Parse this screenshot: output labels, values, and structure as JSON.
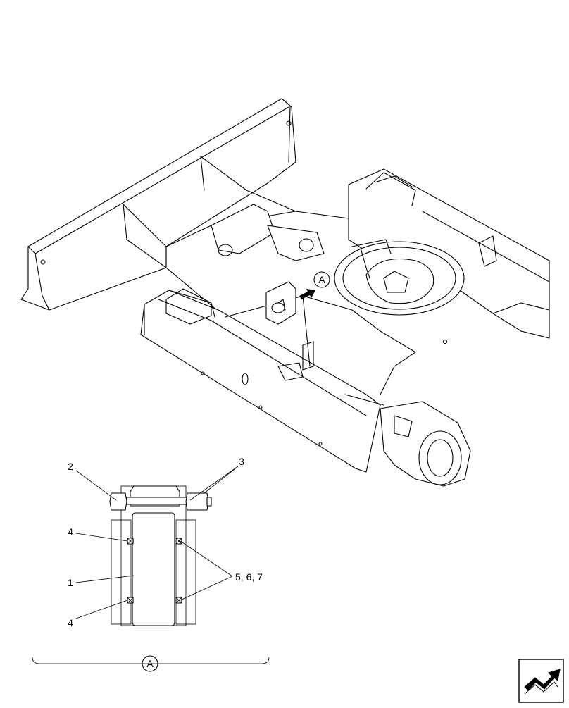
{
  "diagram": {
    "view_marker": "A",
    "callouts": {
      "c1": "1",
      "c2": "2",
      "c3": "3",
      "c4_top": "4",
      "c4_bottom": "4",
      "c567": "5, 6, 7"
    },
    "detail_label": "A",
    "nav_icon": "next-page-arrow-icon"
  }
}
